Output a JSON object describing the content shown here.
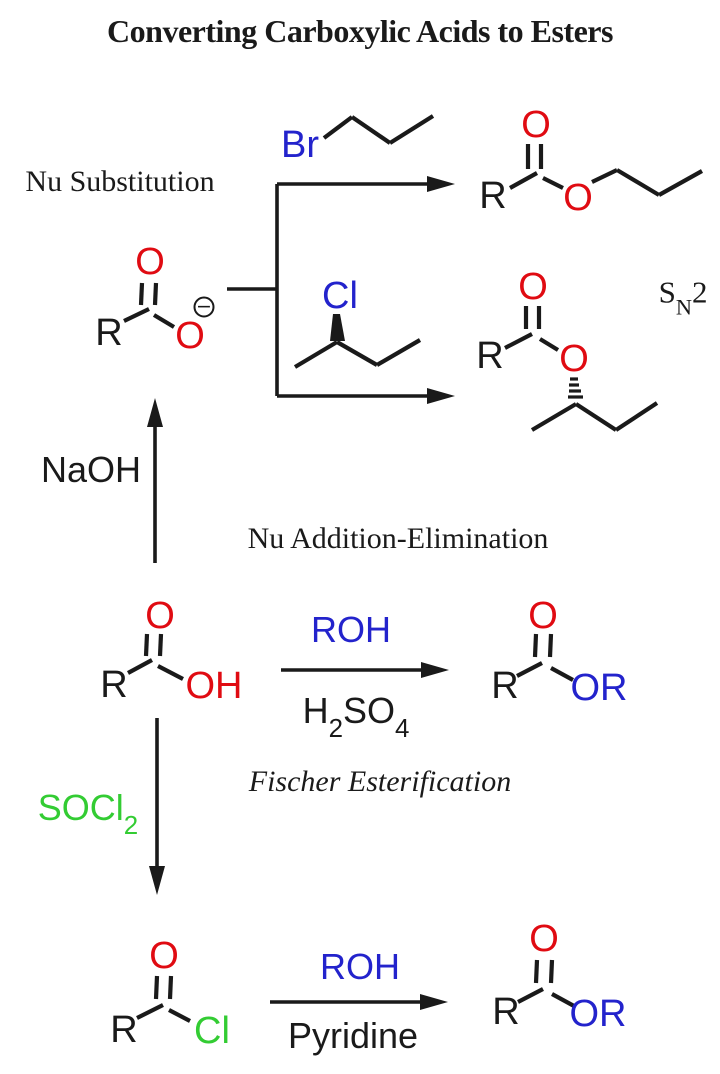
{
  "title": "Converting Carboxylic Acids to Esters",
  "colors": {
    "red": "#e00b12",
    "blue": "#2323cc",
    "green": "#33cc33",
    "ink": "#1a1a1a"
  },
  "section_labels": {
    "nu_substitution": "Nu Substitution",
    "nu_addition_elimination": "Nu Addition-Elimination",
    "fischer_esterification": "Fischer Esterification",
    "sn2": {
      "p1": "S",
      "sub": "N",
      "p2": "2"
    }
  },
  "reagents": {
    "naoh": "NaOH",
    "roh_fischer": "ROH",
    "h2so4": {
      "p1": "H",
      "s1": "2",
      "p2": "SO",
      "s2": "4"
    },
    "socl2": {
      "p1": "SOCl",
      "s1": "2"
    },
    "roh_acid_chloride": "ROH",
    "pyridine": "Pyridine"
  },
  "molecules": {
    "carboxylate": {
      "o_carbonyl": "O",
      "r": "R",
      "o_anion": "O",
      "charge": "−"
    },
    "propyl_bromide": {
      "br": "Br"
    },
    "sec_butyl_chloride": {
      "cl": "Cl"
    },
    "propyl_ester": {
      "o_carbonyl": "O",
      "r": "R",
      "o_ester": "O"
    },
    "sec_butyl_ester": {
      "o_carbonyl": "O",
      "r": "R",
      "o_ester": "O"
    },
    "carboxylic_acid": {
      "o_carbonyl": "O",
      "r": "R",
      "oh": "OH"
    },
    "ester_fischer": {
      "o_carbonyl": "O",
      "r": "R",
      "or": "OR"
    },
    "acid_chloride": {
      "o_carbonyl": "O",
      "r": "R",
      "cl": "Cl"
    },
    "ester_acid_chloride_route": {
      "o_carbonyl": "O",
      "r": "R",
      "or": "OR"
    }
  }
}
